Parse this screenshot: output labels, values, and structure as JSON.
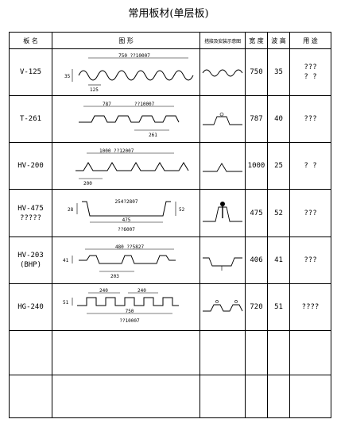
{
  "title": "常用板材(单层板)",
  "headers": {
    "model": "板 名",
    "figure": "图 形",
    "install": "搭接及安装示意图",
    "width": "宽 度",
    "height": "波 高",
    "usage": "用 途"
  },
  "rows": [
    {
      "model": "V-125",
      "model2": "",
      "width": "750",
      "height": "35",
      "usage": "???",
      "usage2": "? ?",
      "dims": {
        "span": "750 ??10007",
        "depth": "35",
        "pitch": "125"
      }
    },
    {
      "model": "T-261",
      "model2": "",
      "width": "787",
      "height": "40",
      "usage": "???",
      "usage2": "",
      "dims": {
        "span": "787",
        "note": "??10007",
        "pitch": "261"
      }
    },
    {
      "model": "HV-200",
      "model2": "",
      "width": "1000",
      "height": "25",
      "usage": "? ?",
      "usage2": "",
      "dims": {
        "span": "1000 ??12007",
        "pitch": "200"
      }
    },
    {
      "model": "HV-475",
      "model2": "?????",
      "width": "475",
      "height": "52",
      "usage": "???",
      "usage2": "",
      "dims": {
        "inner": "254?2807",
        "span": "475",
        "note": "??6007",
        "depth": "52",
        "side": "28"
      }
    },
    {
      "model": "HV-203",
      "model2": "(BHP)",
      "width": "406",
      "height": "41",
      "usage": "???",
      "usage2": "",
      "dims": {
        "span": "480 ??5827",
        "pitch": "203",
        "depth": "41"
      }
    },
    {
      "model": "HG-240",
      "model2": "",
      "width": "720",
      "height": "51",
      "usage": "????",
      "usage2": "",
      "dims": {
        "pitch": "240",
        "span": "750",
        "note": "??10007",
        "depth": "51"
      }
    },
    {
      "model": "",
      "model2": "",
      "width": "",
      "height": "",
      "usage": "",
      "usage2": ""
    },
    {
      "model": "",
      "model2": "",
      "width": "",
      "height": "",
      "usage": "",
      "usage2": ""
    }
  ]
}
